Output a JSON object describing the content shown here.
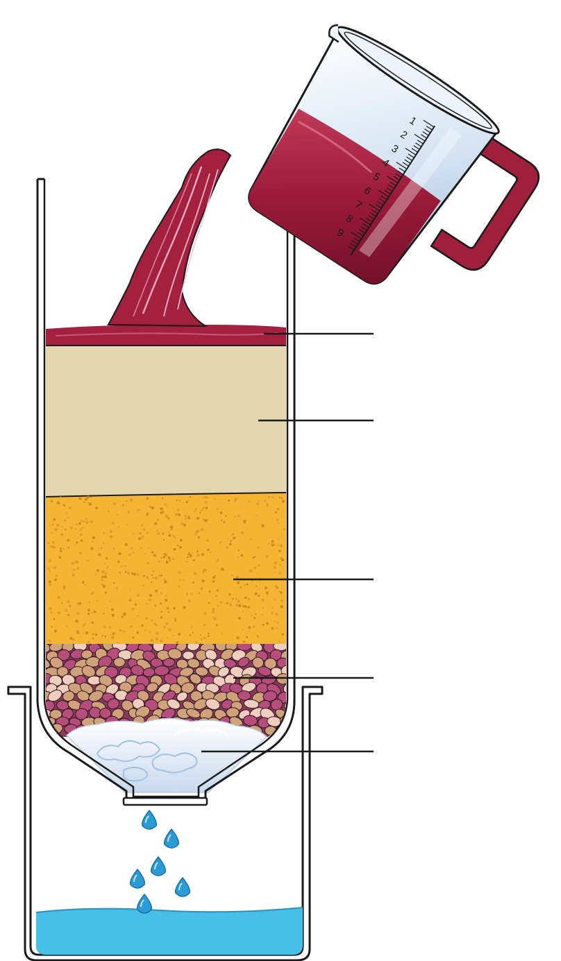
{
  "diagram": {
    "subject": "water filter column",
    "colors": {
      "background": "#ffffff",
      "outline": "#1a1a1a",
      "muddy_water": "#a3203f",
      "muddy_water_dark": "#7a1430",
      "fine_sand": "#e3d6b0",
      "coarse_sand": "#f5b534",
      "gravel_pink": "#b74d7b",
      "gravel_tan": "#d1a27a",
      "gravel_light": "#f0cdbd",
      "cotton": "#e4eef9",
      "clean_water": "#47bfe7",
      "drops": "#2b9bd6",
      "jug_handle": "#a01f3b",
      "jug_glass": "#dbe8f5"
    },
    "jug_scale": [
      "1",
      "2",
      "3",
      "4",
      "5",
      "6",
      "7",
      "8",
      "9"
    ],
    "layers": [
      "muddy water",
      "fine sand",
      "coarse sand",
      "gravel",
      "cotton wool"
    ],
    "label_lines": 5,
    "labels_text_shown": false
  }
}
